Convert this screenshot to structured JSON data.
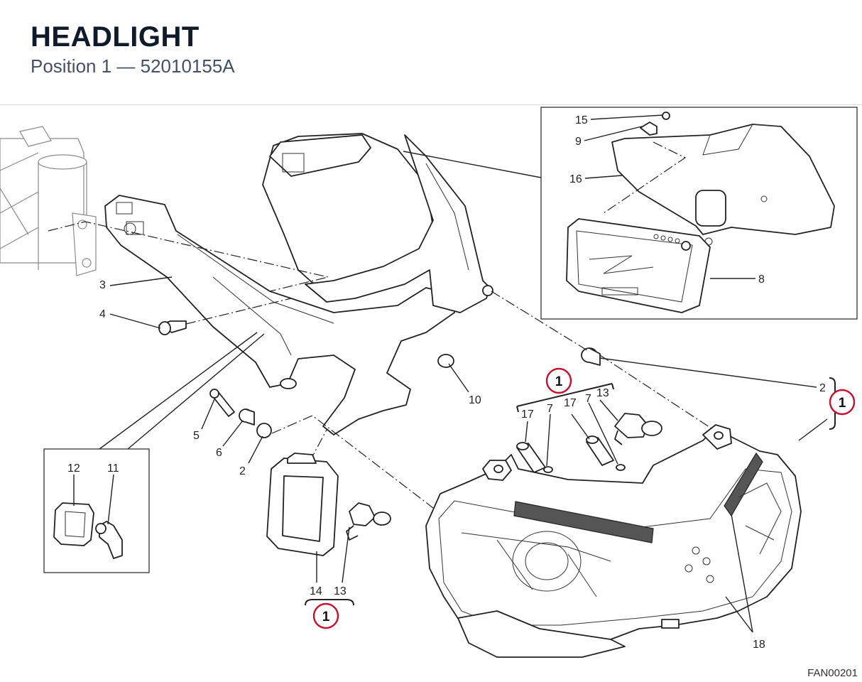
{
  "header": {
    "title": "HEADLIGHT",
    "subtitle": "Position 1  —  52010155A"
  },
  "drawing_code": "FAN00201",
  "callouts": {
    "c15": "15",
    "c9": "9",
    "c16": "16",
    "c8": "8",
    "c3": "3",
    "c4": "4",
    "c10": "10",
    "c5": "5",
    "c6": "6",
    "c2a": "2",
    "c12": "12",
    "c11": "11",
    "c14": "14",
    "c13a": "13",
    "c17a": "17",
    "c7a": "7",
    "c17b": "17",
    "c7b": "7",
    "c13b": "13",
    "c2b": "2",
    "c18": "18"
  },
  "position_badges": {
    "group_bulbs": "1",
    "group_right": "1",
    "group_sidelight": "1"
  },
  "colors": {
    "badge_ring": "#c8102e",
    "title": "#0f1a2a",
    "subtitle": "#445066"
  }
}
